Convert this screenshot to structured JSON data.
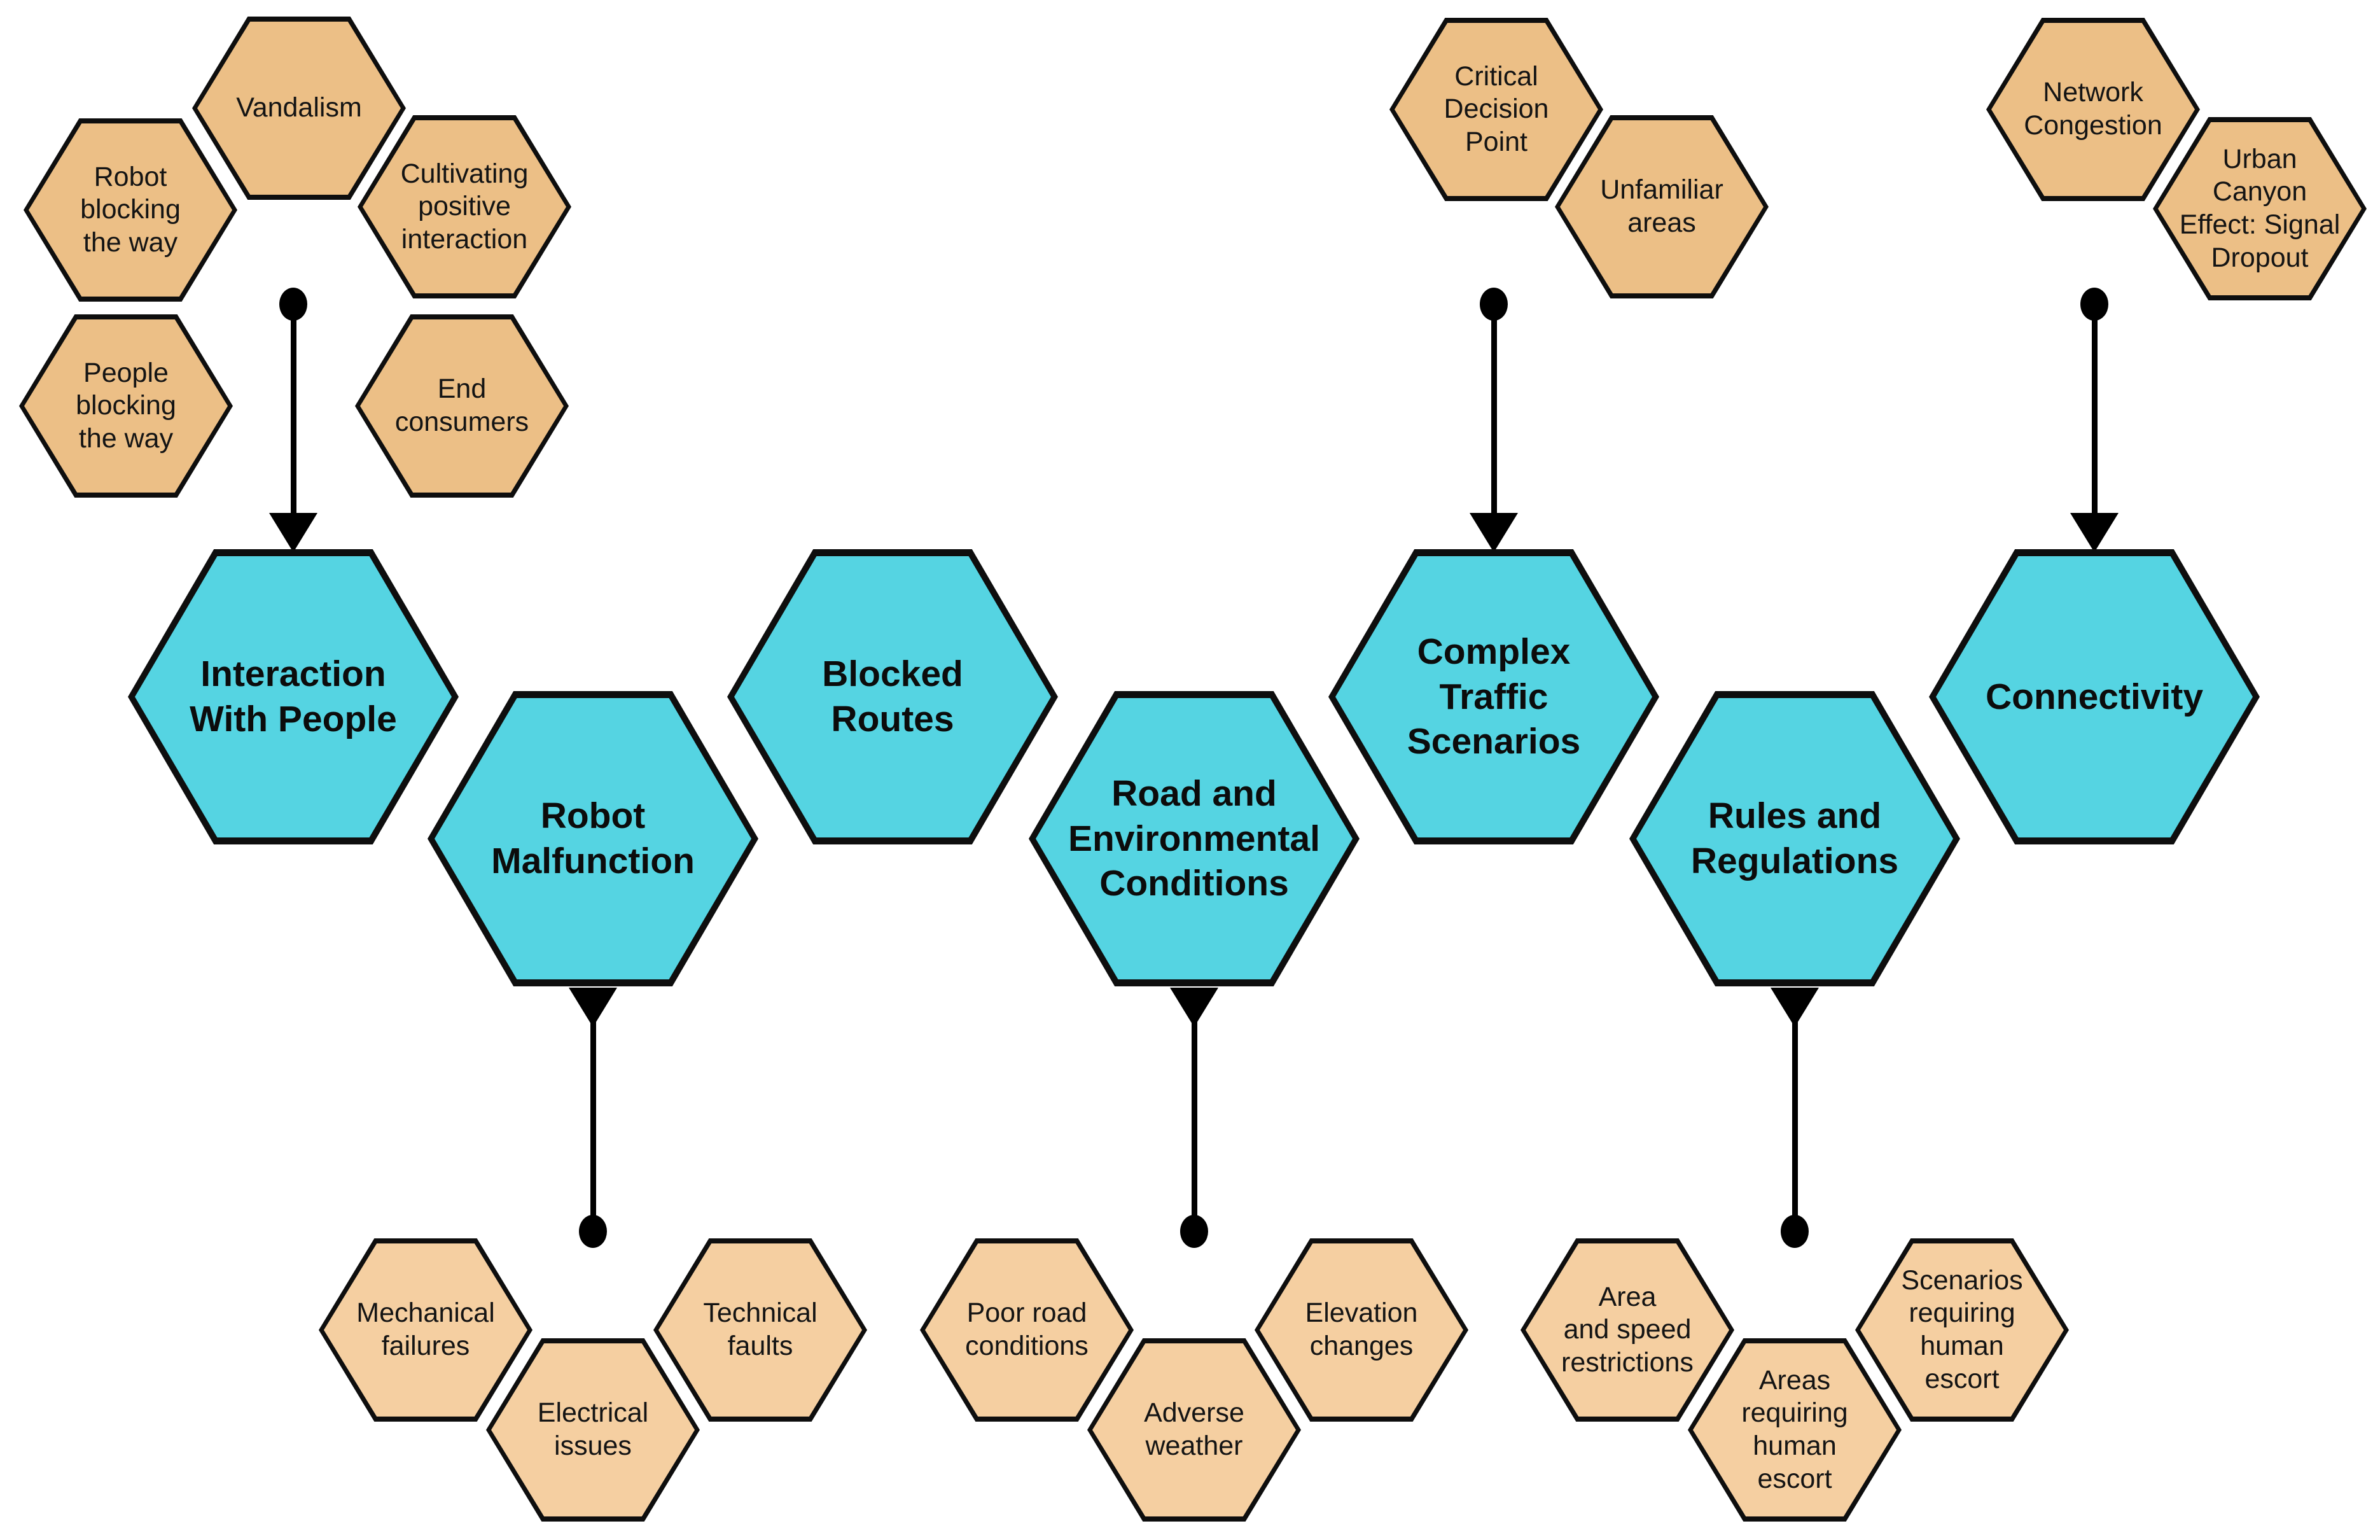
{
  "figure": {
    "type": "honeycomb-mind-map",
    "background": "#FFFFFF"
  },
  "palette": {
    "category_fill": "#55D4E2",
    "sub_fill_top_clusters": "#ECBF86",
    "sub_fill_bottom_clusters": "#F5CFA1",
    "stroke": "#0E0E0E",
    "connector": "#000000"
  },
  "nodes": {
    "interaction": {
      "label": "Interaction\nWith People"
    },
    "robot_malfunction": {
      "label": "Robot\nMalfunction"
    },
    "blocked_routes": {
      "label": "Blocked\nRoutes"
    },
    "road_env": {
      "label": "Road and\nEnvironmental\nConditions"
    },
    "complex_traffic": {
      "label": "Complex\nTraffic\nScenarios"
    },
    "rules_regulations": {
      "label": "Rules and\nRegulations"
    },
    "connectivity": {
      "label": "Connectivity"
    },
    "vandalism": {
      "label": "Vandalism"
    },
    "robot_blocking": {
      "label": "Robot\nblocking\nthe way"
    },
    "cultivating": {
      "label": "Cultivating\npositive\ninteraction"
    },
    "people_blocking": {
      "label": "People\nblocking\nthe way"
    },
    "end_consumers": {
      "label": "End\nconsumers"
    },
    "critical_decision": {
      "label": "Critical\nDecision\nPoint"
    },
    "unfamiliar_areas": {
      "label": "Unfamiliar\nareas"
    },
    "network_congestion": {
      "label": "Network\nCongestion"
    },
    "urban_canyon": {
      "label": "Urban\nCanyon\nEffect: Signal\nDropout"
    },
    "mechanical_failures": {
      "label": "Mechanical\nfailures"
    },
    "electrical_issues": {
      "label": "Electrical\nissues"
    },
    "technical_faults": {
      "label": "Technical\nfaults"
    },
    "poor_road": {
      "label": "Poor road\nconditions"
    },
    "adverse_weather": {
      "label": "Adverse\nweather"
    },
    "elevation_changes": {
      "label": "Elevation\nchanges"
    },
    "area_speed": {
      "label": "Area\nand speed\nrestrictions"
    },
    "areas_escort": {
      "label": "Areas\nrequiring\nhuman\nescort"
    },
    "scenarios_escort": {
      "label": "Scenarios\nrequiring\nhuman\nescort"
    }
  },
  "groups": [
    {
      "category": "Interaction With People",
      "sub_challenges": [
        "Robot blocking the way",
        "Vandalism",
        "Cultivating positive interaction",
        "People blocking the way",
        "End consumers"
      ]
    },
    {
      "category": "Robot Malfunction",
      "sub_challenges": [
        "Mechanical failures",
        "Electrical issues",
        "Technical faults"
      ]
    },
    {
      "category": "Blocked Routes",
      "sub_challenges": []
    },
    {
      "category": "Road and Environmental Conditions",
      "sub_challenges": [
        "Poor road conditions",
        "Adverse weather",
        "Elevation changes"
      ]
    },
    {
      "category": "Complex Traffic Scenarios",
      "sub_challenges": [
        "Critical Decision Point",
        "Unfamiliar areas"
      ]
    },
    {
      "category": "Rules and Regulations",
      "sub_challenges": [
        "Area and speed restrictions",
        "Areas requiring human escort",
        "Scenarios requiring human escort"
      ]
    },
    {
      "category": "Connectivity",
      "sub_challenges": [
        "Network Congestion",
        "Urban Canyon Effect: Signal Dropout"
      ]
    }
  ]
}
